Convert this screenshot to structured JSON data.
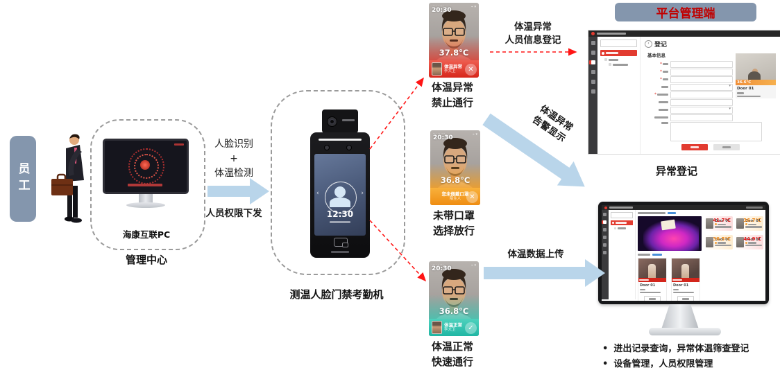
{
  "colors": {
    "tag_bg": "#8496ad",
    "brand_red": "#c00000",
    "arrow_blue": "#b9d5ea",
    "dash_red": "#ff1515",
    "alert_red": "#e23b30",
    "warn_orange": "#f59a23",
    "ok_teal": "#35c4b5"
  },
  "employee": {
    "label": "员工"
  },
  "management_center": {
    "pc_label": "海康互联PC",
    "caption": "管理中心"
  },
  "flow": {
    "l1": "人脸识别",
    "l2": "+",
    "l3": "体温检测",
    "l4": "人员权限下发"
  },
  "device": {
    "time": "12:30",
    "nav_left": "‹",
    "nav_right": "›",
    "caption": "测温人脸门禁考勤机"
  },
  "phones": [
    {
      "time": "20:30",
      "temp": "37.8°C",
      "banner_title": "体温异常",
      "banner_name": "李大卫",
      "icon": "✕",
      "cap1": "体温异常",
      "cap2": "禁止通行"
    },
    {
      "time": "20:30",
      "temp": "36.8°C",
      "banner_title": "您未佩戴口罩",
      "banner_name": "陌生人",
      "icon": "✕",
      "cap1": "未带口罩",
      "cap2": "选择放行"
    },
    {
      "time": "20:30",
      "temp": "36.8°C",
      "banner_title": "体温正常",
      "banner_name": "李大卫",
      "icon": "✓",
      "cap1": "体温正常",
      "cap2": "快速通行"
    }
  ],
  "arrow_labels": {
    "register_l1": "体温异常",
    "register_l2": "人员信息登记",
    "alarm_l1": "体温异常",
    "alarm_l2": "告警显示",
    "upload": "体温数据上传"
  },
  "platform": {
    "header": "平台管理端",
    "register_caption": "异常登记",
    "register_ui": {
      "title": "登记",
      "back_icon": "‹",
      "section": "基本信息",
      "photo_temp": "36.6℃",
      "photo_door": "Door 01"
    },
    "monitor_ui": {
      "cards": [
        {
          "door": "Door 01",
          "temp": "41.7℃",
          "level": "red"
        },
        {
          "door": "Door 01",
          "temp": "36.7℃",
          "level": "orange"
        },
        {
          "door": "Door 01",
          "temp": "36.5℃",
          "level": "orange"
        },
        {
          "door": "Door 01",
          "temp": "44.9℃",
          "level": "red"
        }
      ],
      "snapshots": [
        {
          "door": "Door 01"
        },
        {
          "door": "Door 01"
        }
      ]
    },
    "bullets": [
      "进出记录查询，异常体温筛查登记",
      "设备管理，人员权限管理"
    ]
  }
}
